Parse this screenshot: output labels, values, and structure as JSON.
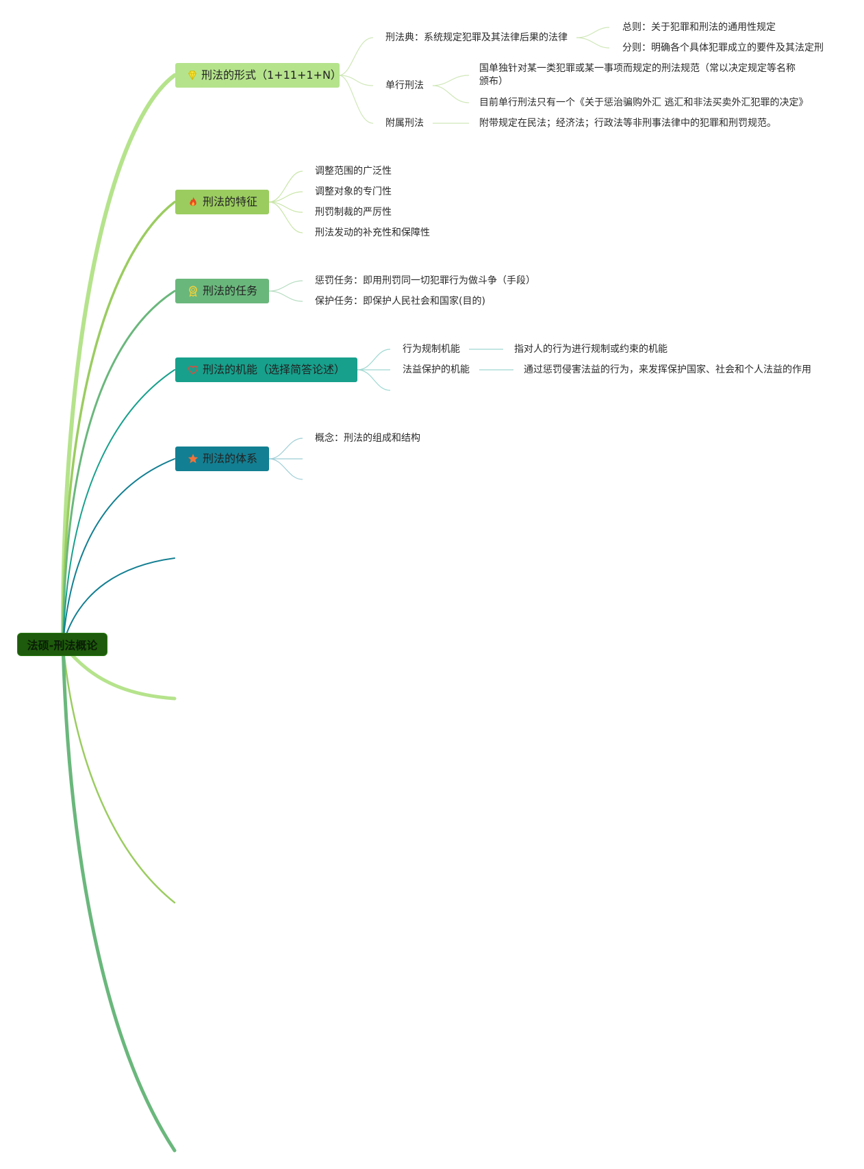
{
  "root": {
    "label": "法硕-刑法概论"
  },
  "colors": {
    "branch1": "#b5e38c",
    "branch2": "#9bcc60",
    "branch3": "#6ab77c",
    "branch4": "#17a08c",
    "branch5": "#137f92",
    "root_bg": "#1e5b0c",
    "link_light": "#cfe7b8",
    "link_teal": "#9dd8d1"
  },
  "topics": [
    {
      "label": "刑法的形式（1+11+1+N）",
      "icon": "gem-icon",
      "children": [
        {
          "label": "刑法典：系统规定犯罪及其法律后果的法律",
          "children": [
            {
              "label": "总则：关于犯罪和刑法的通用性规定"
            },
            {
              "label": "分则：明确各个具体犯罪成立的要件及其法定刑"
            }
          ]
        },
        {
          "label": "单行刑法",
          "children": [
            {
              "label": "国单独针对某一类犯罪或某一事项而规定的刑法规范（常以决定规定等名称颁布）"
            },
            {
              "label": "目前单行刑法只有一个《关于惩治骗购外汇 逃汇和非法买卖外汇犯罪的决定》"
            }
          ]
        },
        {
          "label": "附属刑法",
          "children": [
            {
              "label": "附带规定在民法；经济法；行政法等非刑事法律中的犯罪和刑罚规范。"
            }
          ]
        }
      ]
    },
    {
      "label": "刑法的特征",
      "icon": "flame-icon",
      "children": [
        {
          "label": "调整范围的广泛性"
        },
        {
          "label": "调整对象的专门性"
        },
        {
          "label": "刑罚制裁的严厉性"
        },
        {
          "label": "刑法发动的补充性和保障性"
        }
      ]
    },
    {
      "label": "刑法的任务",
      "icon": "award-icon",
      "children": [
        {
          "label": "惩罚任务：即用刑罚同一切犯罪行为做斗争（手段）"
        },
        {
          "label": "保护任务：即保护人民社会和国家(目的)"
        }
      ]
    },
    {
      "label": "刑法的机能（选择简答论述）",
      "icon": "heart-icon",
      "children": [
        {
          "label": "行为规制机能",
          "children": [
            {
              "label": "指对人的行为进行规制或约束的机能"
            }
          ]
        },
        {
          "label": "法益保护的机能",
          "children": [
            {
              "label": "通过惩罚侵害法益的行为，来发挥保护国家、社会和个人法益的作用"
            }
          ]
        }
      ]
    },
    {
      "label": "刑法的体系",
      "icon": "star-icon",
      "children": [
        {
          "label": "概念：刑法的组成和结构"
        }
      ]
    }
  ]
}
